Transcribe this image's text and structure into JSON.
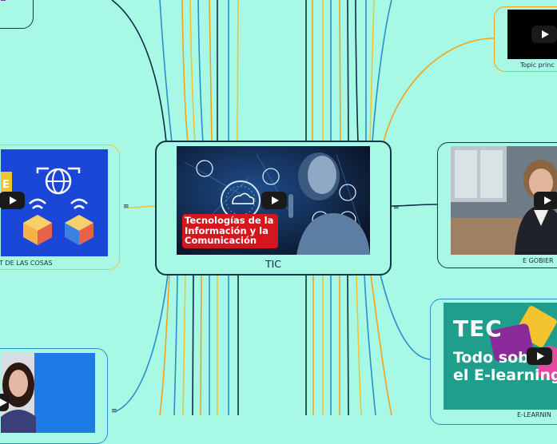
{
  "map": {
    "center": {
      "title": "TIC",
      "banner_lines": [
        "Tecnologías de la",
        "Información y la",
        "Comunicación"
      ]
    },
    "nodes": {
      "iot": {
        "caption": "T DE LAS COSAS"
      },
      "topic": {
        "caption": "Topic princ"
      },
      "egov": {
        "caption": "E GOBIER"
      },
      "elearn": {
        "caption": "E-LEARNIN",
        "logo": "TEC",
        "line1": "Todo sob",
        "line2": "el E-learning"
      }
    },
    "handle_glyph": "≡"
  },
  "colors": {
    "background": "#a8f8e6",
    "node_border": "#0d3a47",
    "branch_orange": "#f5a21b",
    "branch_navy": "#0d2b4a",
    "branch_blue": "#2b8ec9",
    "branch_yellow": "#f4c430"
  },
  "icons": {
    "play": "play-icon",
    "handle": "drag-handle-icon"
  }
}
